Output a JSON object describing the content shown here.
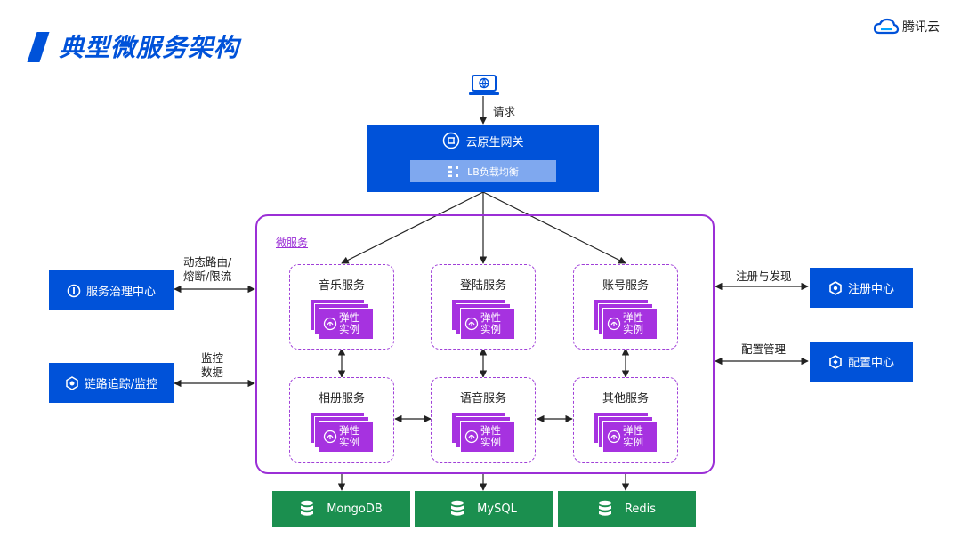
{
  "header": {
    "title": "典型微服务架构",
    "logo_text": "腾讯云"
  },
  "client": {
    "icon": "laptop-globe-icon",
    "request_label": "请求"
  },
  "gateway": {
    "title": "云原生网关",
    "icon": "gateway-icon",
    "lb_label": "LB负载均衡",
    "lb_icon": "lb-icon"
  },
  "microservices": {
    "label": "微服务",
    "instance_label_line1": "弹性",
    "instance_label_line2": "实例",
    "services": [
      {
        "name": "音乐服务"
      },
      {
        "name": "登陆服务"
      },
      {
        "name": "账号服务"
      },
      {
        "name": "相册服务"
      },
      {
        "name": "语音服务"
      },
      {
        "name": "其他服务"
      }
    ]
  },
  "left": {
    "governance": {
      "label": "服务治理中心",
      "icon": "governance-icon",
      "edge_line1": "动态路由/",
      "edge_line2": "熔断/限流"
    },
    "tracing": {
      "label": "链路追踪/监控",
      "icon": "tracing-icon",
      "edge_line1": "监控",
      "edge_line2": "数据"
    }
  },
  "right": {
    "registry": {
      "label": "注册中心",
      "icon": "registry-icon",
      "edge": "注册与发现"
    },
    "config": {
      "label": "配置中心",
      "icon": "config-icon",
      "edge": "配置管理"
    }
  },
  "databases": [
    {
      "label": "MongoDB",
      "icon": "database-icon"
    },
    {
      "label": "MySQL",
      "icon": "database-icon"
    },
    {
      "label": "Redis",
      "icon": "database-icon"
    }
  ],
  "colors": {
    "primary_blue": "#0052d9",
    "purple": "#a632e0",
    "green": "#1b8f4f"
  }
}
